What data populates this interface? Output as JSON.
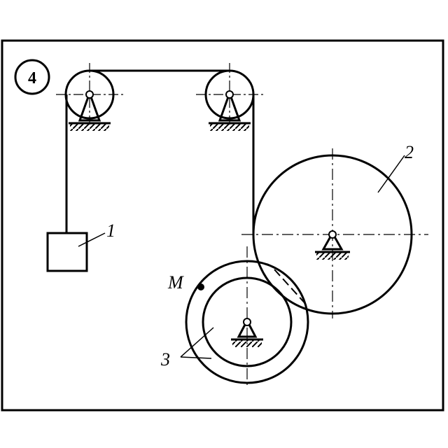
{
  "figure": {
    "number": "4",
    "labels": {
      "load": "1",
      "wheel_large": "2",
      "wheel_stepped": "3",
      "point": "M"
    }
  }
}
